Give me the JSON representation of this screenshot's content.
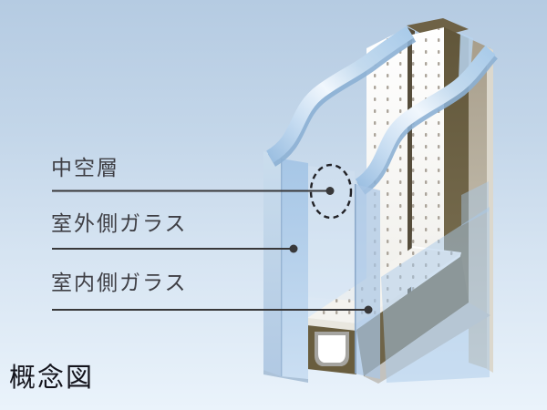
{
  "figure": {
    "caption": "概念図",
    "labels": {
      "air_layer": "中空層",
      "outdoor_glass": "室外側ガラス",
      "indoor_glass": "室内側ガラス"
    }
  },
  "colors": {
    "background_top": "#b5cbe2",
    "background_bottom": "#eaf3fb",
    "glass_blue": "#a9c9ea",
    "glass_highlight": "#f1f7fd",
    "frame_brown": "#6e6246",
    "frame_tan": "#c0bab0",
    "spacer_white": "#f6f5f1",
    "annotation": "#38383a"
  }
}
